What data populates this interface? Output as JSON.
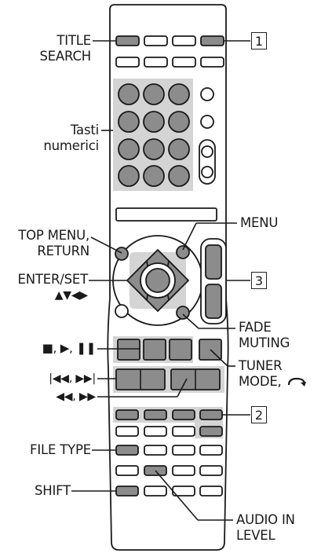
{
  "labels": {
    "title_search_1": "TITLE",
    "title_search_2": "SEARCH",
    "tasti_1": "Tasti",
    "tasti_2": "numerici",
    "top_menu_1": "TOP MENU,",
    "top_menu_2": "RETURN",
    "enter_set": "ENTER/SET",
    "arrows": "▲▼◀▶",
    "transport": "■, ▶, ❚❚",
    "skip": "|◀◀, ▶▶|",
    "scan": "◀◀, ▶▶",
    "file_type": "FILE TYPE",
    "shift": "SHIFT",
    "menu": "MENU",
    "fade_1": "FADE",
    "fade_2": "MUTING",
    "tuner_1": "TUNER",
    "tuner_2": "MODE,",
    "audio_1": "AUDIO IN",
    "audio_2": "LEVEL"
  },
  "callouts": {
    "box1": "1",
    "box2": "2",
    "box3": "3"
  },
  "colors": {
    "outline": "#1a1a1a",
    "highlight": "#d2d2d2",
    "button_gray": "#8c8c8c",
    "body": "#ffffff"
  }
}
